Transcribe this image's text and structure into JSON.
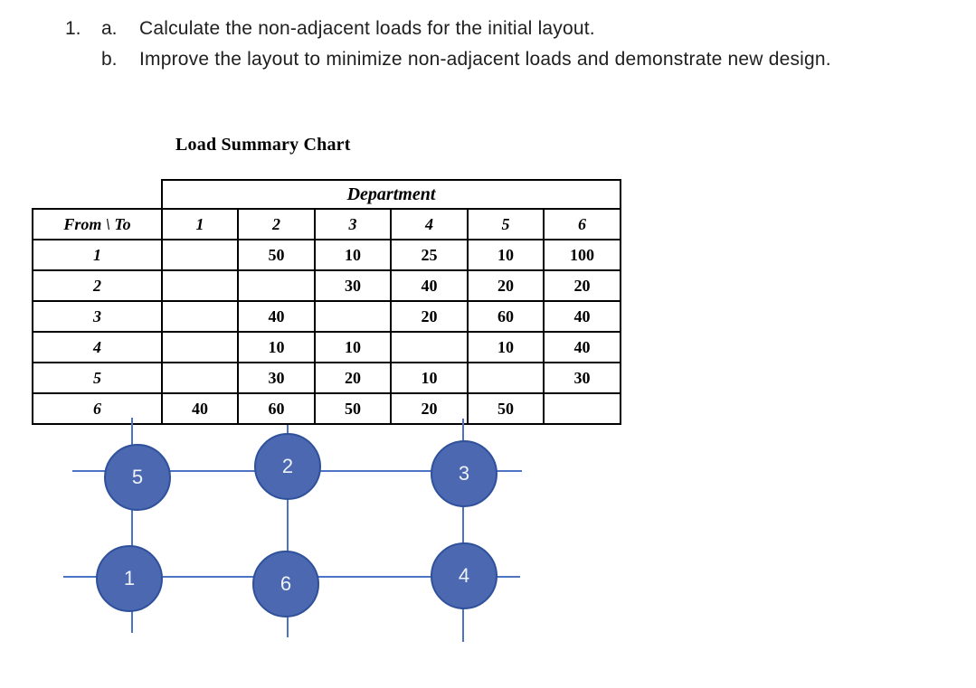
{
  "question": {
    "number": "1.",
    "items": [
      {
        "marker": "a.",
        "text": "Calculate the non-adjacent loads for the initial layout."
      },
      {
        "marker": "b.",
        "text": "Improve the layout to minimize non-adjacent loads and demonstrate new design."
      }
    ]
  },
  "chart": {
    "title": "Load Summary Chart",
    "header_group": "Department",
    "corner_label": "From \\ To",
    "columns": [
      "1",
      "2",
      "3",
      "4",
      "5",
      "6"
    ],
    "rows": [
      {
        "label": "1",
        "cells": [
          "",
          "50",
          "10",
          "25",
          "10",
          "100"
        ]
      },
      {
        "label": "2",
        "cells": [
          "",
          "",
          "30",
          "40",
          "20",
          "20"
        ]
      },
      {
        "label": "3",
        "cells": [
          "",
          "40",
          "",
          "20",
          "60",
          "40"
        ]
      },
      {
        "label": "4",
        "cells": [
          "",
          "10",
          "10",
          "",
          "10",
          "40"
        ]
      },
      {
        "label": "5",
        "cells": [
          "",
          "30",
          "20",
          "10",
          "",
          "30"
        ]
      },
      {
        "label": "6",
        "cells": [
          "40",
          "60",
          "50",
          "20",
          "50",
          ""
        ]
      }
    ]
  },
  "chart_data": {
    "type": "table",
    "title": "Load Summary Chart",
    "row_header": "From \\ To",
    "column_group": "Department",
    "columns": [
      "1",
      "2",
      "3",
      "4",
      "5",
      "6"
    ],
    "rows": [
      [
        "",
        "50",
        "10",
        "25",
        "10",
        "100"
      ],
      [
        "",
        "",
        "30",
        "40",
        "20",
        "20"
      ],
      [
        "",
        "40",
        "",
        "20",
        "60",
        "40"
      ],
      [
        "",
        "10",
        "10",
        "",
        "10",
        "40"
      ],
      [
        "",
        "30",
        "20",
        "10",
        "",
        "30"
      ],
      [
        "40",
        "60",
        "50",
        "20",
        "50",
        ""
      ]
    ]
  },
  "layout_diagram": {
    "nodes": [
      {
        "label": "5",
        "row": "top",
        "col": "left"
      },
      {
        "label": "2",
        "row": "top",
        "col": "middle"
      },
      {
        "label": "3",
        "row": "top",
        "col": "right"
      },
      {
        "label": "1",
        "row": "bottom",
        "col": "left"
      },
      {
        "label": "6",
        "row": "bottom",
        "col": "middle"
      },
      {
        "label": "4",
        "row": "bottom",
        "col": "right"
      }
    ],
    "colors": {
      "node_fill": "#4b68b1",
      "node_border": "#2f519b",
      "connector": "#4d74c4"
    }
  }
}
